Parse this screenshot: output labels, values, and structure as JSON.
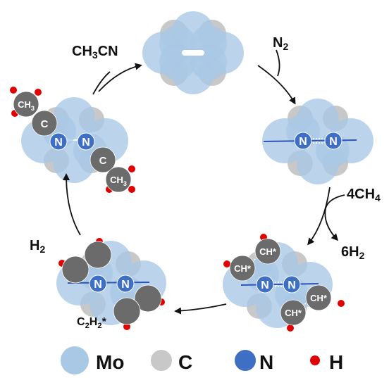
{
  "colors": {
    "mo": "#a9c8e6",
    "mo_edge": "#94b6da",
    "carbon_core": "#c8c8c8",
    "c_atom": "#6b6b6b",
    "n_atom": "#3f6fc4",
    "h_atom": "#e00000",
    "bond": "#2d55b8",
    "arrow": "#111111",
    "text": "#111111"
  },
  "labels": {
    "ch3cn": "CH3CN",
    "n2": "N2",
    "ch4_in": "4CH4",
    "h2_out": "6H2",
    "h2_left": "H2",
    "c2h2": "C2H2*"
  },
  "atoms": {
    "n": "N",
    "c": "C",
    "ch3": "CH3",
    "ch_star": "CH*"
  },
  "legend": [
    {
      "symbol": "Mo",
      "color": "#a9c8e6"
    },
    {
      "symbol": "C",
      "color": "#c8c8c8"
    },
    {
      "symbol": "N",
      "color": "#3f6fc4"
    },
    {
      "symbol": "H",
      "color": "#e00000"
    }
  ]
}
